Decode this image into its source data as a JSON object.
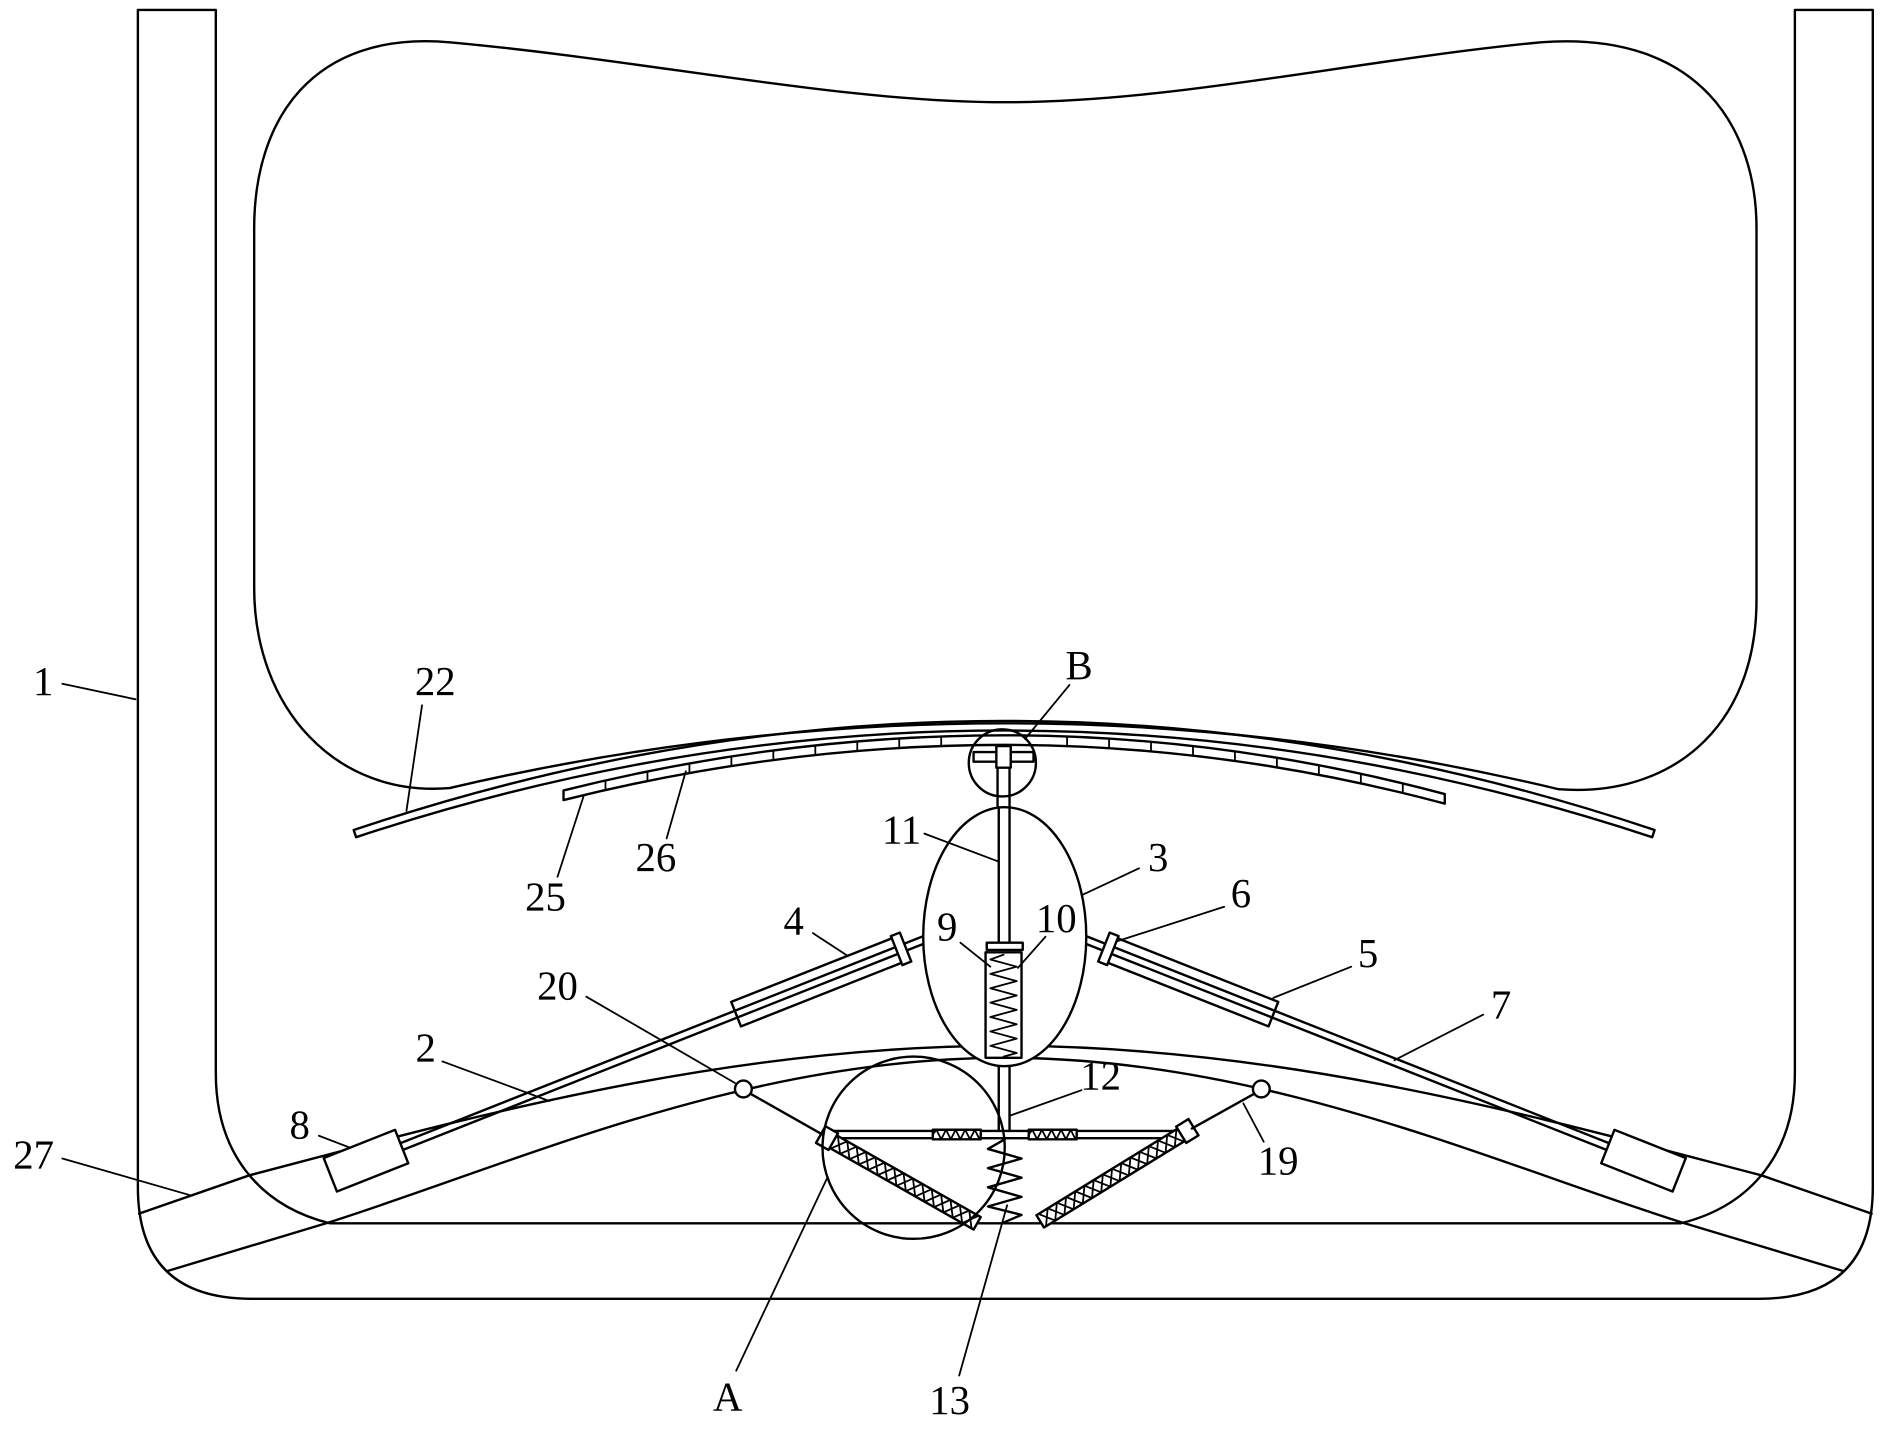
{
  "figure": {
    "labels": {
      "ref_1": "1",
      "ref_22": "22",
      "ref_B": "B",
      "ref_11": "11",
      "ref_3": "3",
      "ref_26": "26",
      "ref_25": "25",
      "ref_4": "4",
      "ref_9": "9",
      "ref_10": "10",
      "ref_6": "6",
      "ref_5": "5",
      "ref_20": "20",
      "ref_7": "7",
      "ref_2": "2",
      "ref_12": "12",
      "ref_8": "8",
      "ref_27": "27",
      "ref_19": "19",
      "ref_A": "A",
      "ref_13": "13"
    },
    "colors": {
      "line": "#000000",
      "background": "#ffffff"
    }
  }
}
